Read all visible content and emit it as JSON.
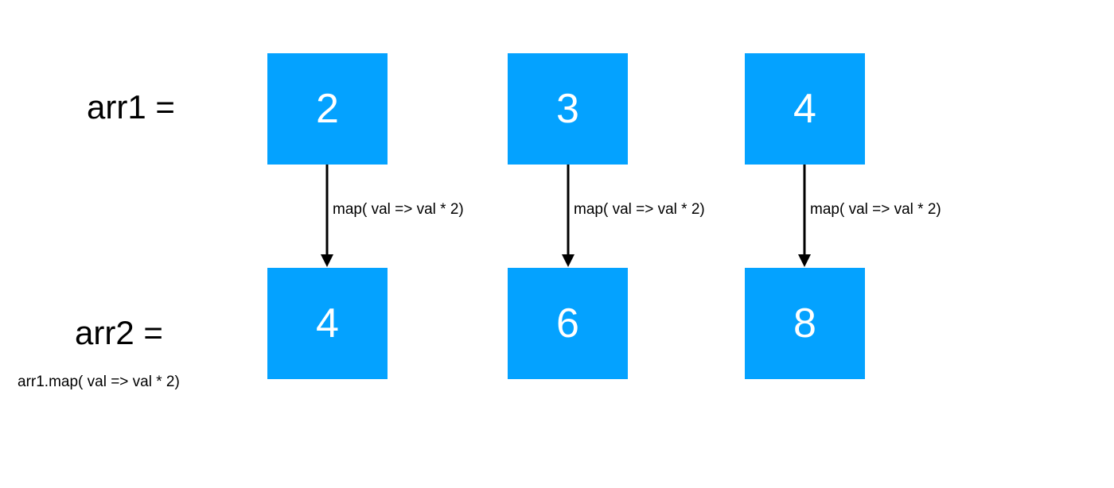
{
  "box_color": "#04A2FF",
  "labels": {
    "arr1": "arr1 =",
    "arr2": "arr2 =",
    "expression": "arr1.map( val => val * 2)"
  },
  "source_array": [
    "2",
    "3",
    "4"
  ],
  "result_array": [
    "4",
    "6",
    "8"
  ],
  "arrows": [
    {
      "label": "map( val => val * 2)"
    },
    {
      "label": "map( val => val * 2)"
    },
    {
      "label": "map( val => val * 2)"
    }
  ]
}
